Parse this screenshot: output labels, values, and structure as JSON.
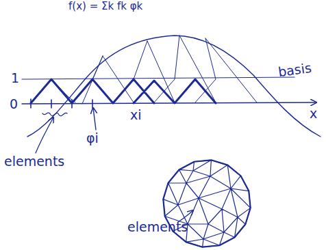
{
  "diagram": {
    "labels": [
      "f(x) = Σk fk φk",
      "1",
      "0",
      "basis",
      "x",
      "elements",
      "φi",
      "xi",
      "elements"
    ]
  }
}
